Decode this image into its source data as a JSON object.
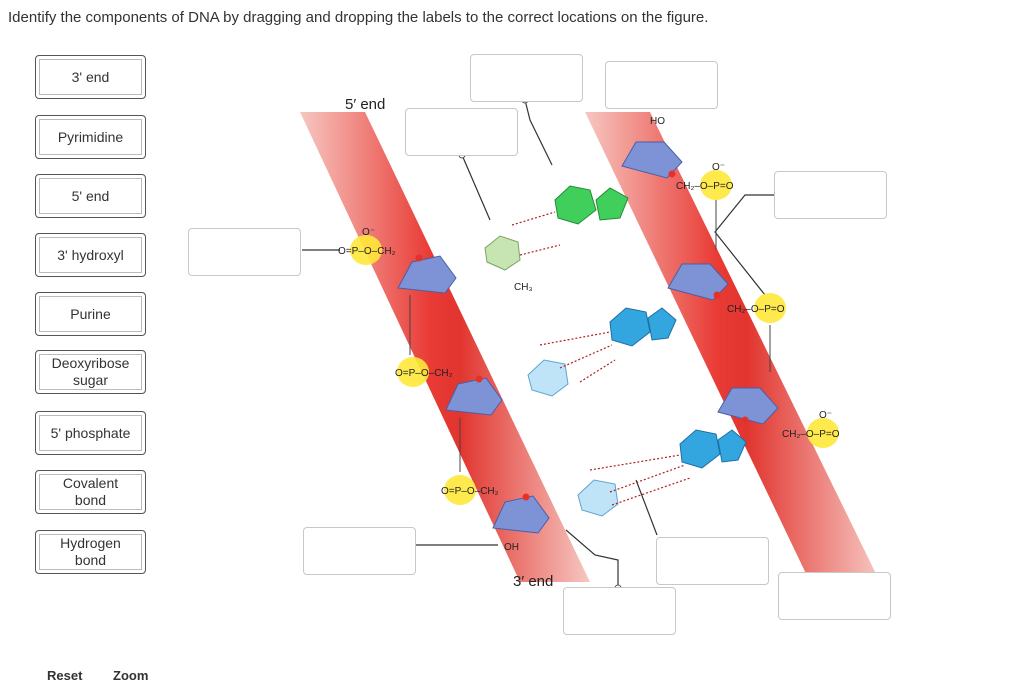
{
  "instruction": "Identify the components of DNA by dragging and dropping the labels to the correct locations on the figure.",
  "labels": [
    {
      "line1": "3' end",
      "line2": ""
    },
    {
      "line1": "Pyrimidine",
      "line2": ""
    },
    {
      "line1": "5' end",
      "line2": ""
    },
    {
      "line1": "3' hydroxyl",
      "line2": ""
    },
    {
      "line1": "Purine",
      "line2": ""
    },
    {
      "line1": "Deoxyribose",
      "line2": "sugar"
    },
    {
      "line1": "5' phosphate",
      "line2": ""
    },
    {
      "line1": "Covalent",
      "line2": "bond"
    },
    {
      "line1": "Hydrogen",
      "line2": "bond"
    }
  ],
  "figure": {
    "top_end": "5′ end",
    "bottom_end": "3′ end",
    "phosphate_left": "O=P–O–CH₂",
    "phosphate_right": "CH₂–O–P=O",
    "o_minus": "O⁻",
    "ho": "HO",
    "oh": "OH",
    "ch3": "CH₃"
  },
  "footer": {
    "reset": "Reset",
    "zoom": "Zoom"
  },
  "colors": {
    "strand": "#e8302a",
    "sugar": "#7e92d6",
    "purine_green": "#3fcf5a",
    "pyrimidine_light": "#c7e4b3",
    "base_blue": "#33a6e0",
    "phosphate": "#ffe83a"
  }
}
